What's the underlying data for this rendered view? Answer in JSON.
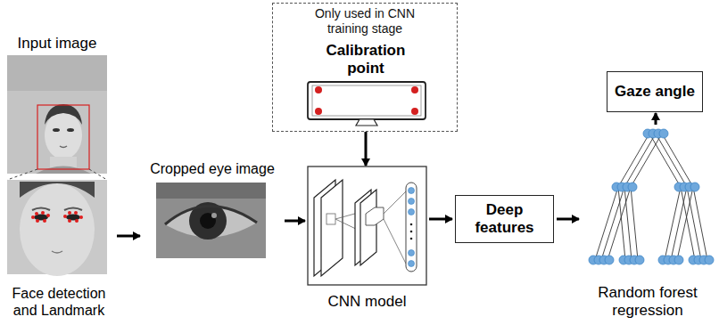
{
  "diagram": {
    "nodes": [
      {
        "text": [
          "Input image"
        ]
      },
      {
        "text": [
          "Face detection and Landmark"
        ]
      },
      {
        "text": [
          "Cropped eye image"
        ]
      },
      {
        "text": [
          "Only used in CNN training stage"
        ]
      },
      {
        "text": [
          "Calibration point"
        ],
        "in": 3
      },
      {
        "text": [
          "CNN model"
        ]
      },
      {
        "text": [
          "Deep features"
        ]
      },
      {
        "text": [
          "Random forest regression"
        ]
      },
      {
        "text": [
          "Gaze angle"
        ]
      }
    ],
    "edges": [
      {
        "from": 0,
        "to": 1,
        "arrow": "none"
      },
      {
        "from": 1,
        "to": 2,
        "arrow": "to"
      },
      {
        "from": 2,
        "to": 5,
        "arrow": "to"
      },
      {
        "from": 4,
        "to": 5,
        "arrow": "to"
      },
      {
        "from": 5,
        "to": 6,
        "arrow": "to"
      },
      {
        "from": 6,
        "to": 7,
        "arrow": "to"
      },
      {
        "from": 7,
        "to": 8,
        "arrow": "to"
      }
    ]
  }
}
